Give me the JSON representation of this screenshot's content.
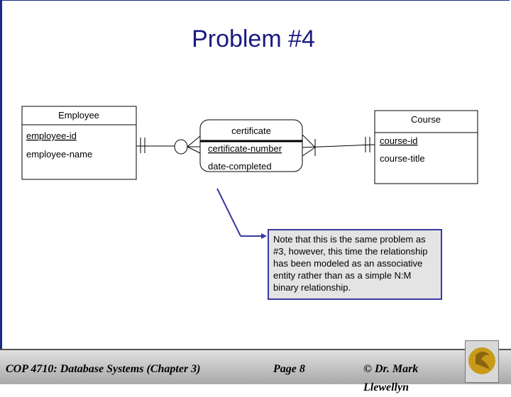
{
  "slide": {
    "title": "Problem #4"
  },
  "diagram": {
    "employee": {
      "name": "Employee",
      "attributes": [
        {
          "label": "employee-id",
          "key": true
        },
        {
          "label": "employee-name",
          "key": false
        }
      ]
    },
    "certificate": {
      "name": "certificate",
      "attributes": [
        {
          "label": "certificate-number",
          "key": true
        },
        {
          "label": "date-completed",
          "key": false
        }
      ]
    },
    "course": {
      "name": "Course",
      "attributes": [
        {
          "label": "course-id",
          "key": true
        },
        {
          "label": "course-title",
          "key": false
        }
      ]
    },
    "relationships": [
      {
        "from": "Employee",
        "to": "certificate",
        "from_cardinality": "one-and-only-one",
        "to_cardinality": "zero-or-many"
      },
      {
        "from": "certificate",
        "to": "Course",
        "from_cardinality": "one-or-many",
        "to_cardinality": "one-and-only-one"
      }
    ]
  },
  "note": {
    "text": "Note that this is the same problem as #3, however, this time the relationship has been modeled as an associative entity rather than as a simple N:M binary relationship."
  },
  "footer": {
    "course": "COP 4710: Database Systems  (Chapter 3)",
    "page": "Page 8",
    "author": "© Dr. Mark Llewellyn"
  },
  "colors": {
    "border": "#1a2a8a",
    "title": "#1a1a80",
    "note_border": "#3a3aa0",
    "note_bg": "#e4e4e4"
  }
}
